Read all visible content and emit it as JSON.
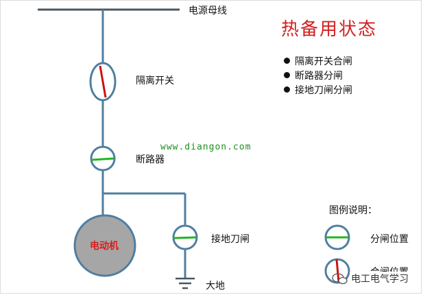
{
  "title": "热备用状态",
  "status": [
    "隔离开关合闸",
    "断路器分闸",
    "接地刀闸分闸"
  ],
  "labels": {
    "busbar": "电源母线",
    "isolator": "隔离开关",
    "breaker": "断路器",
    "ground_switch": "接地刀闸",
    "motor": "电动机",
    "earth": "大地"
  },
  "website": "www.diangon.com",
  "legend": {
    "title": "图例说明：",
    "open": "分闸位置",
    "closed": "合闸位置"
  },
  "watermark": "电工电气学习",
  "colors": {
    "line": "#4f7ea1",
    "closed_blade": "#cc1111",
    "open_blade": "#22b622",
    "motor_fill": "#a6a6a6",
    "title": "#d32020"
  }
}
